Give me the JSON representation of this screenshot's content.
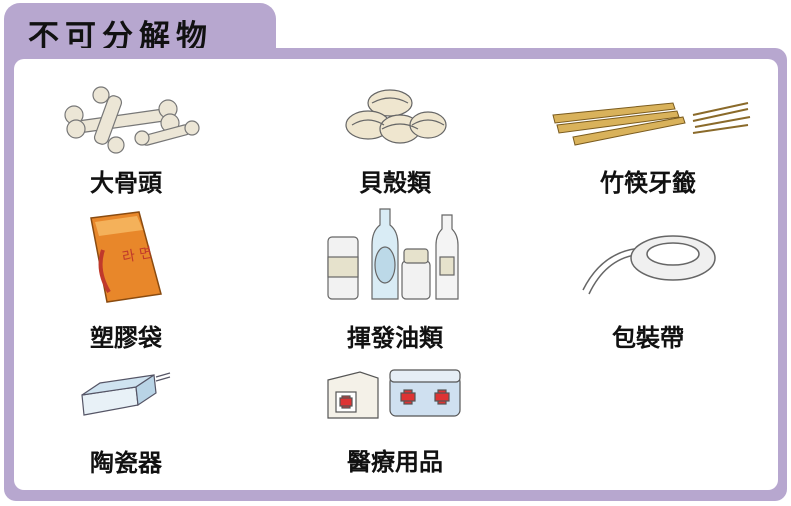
{
  "header": {
    "title": "不可分解物"
  },
  "items": [
    {
      "label": "大骨頭",
      "icon": "bones-icon"
    },
    {
      "label": "貝殼類",
      "icon": "shells-icon"
    },
    {
      "label": "竹筷牙籤",
      "icon": "chopsticks-toothpicks-icon"
    },
    {
      "label": "塑膠袋",
      "icon": "plastic-bag-icon"
    },
    {
      "label": "揮發油類",
      "icon": "bottles-icon"
    },
    {
      "label": "包裝帶",
      "icon": "packing-tape-icon"
    },
    {
      "label": "陶瓷器",
      "icon": "ceramic-icon"
    },
    {
      "label": "醫療用品",
      "icon": "medical-supplies-icon"
    }
  ],
  "bag_text": "라 면",
  "colors": {
    "accent": "#b7a7cf",
    "text": "#111111"
  }
}
